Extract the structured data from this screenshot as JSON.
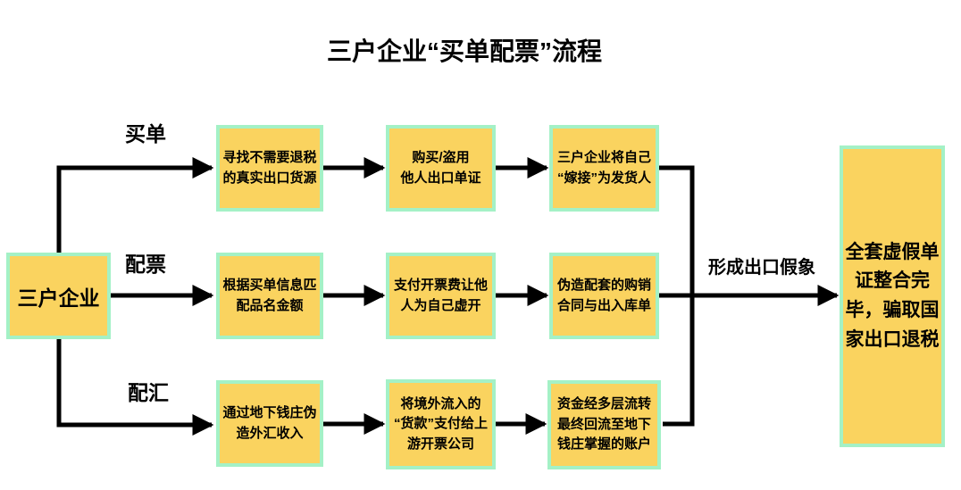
{
  "title": "三户企业“买单配票”流程",
  "colors": {
    "box_fill": "#FAD35F",
    "box_border": "#A4F1C6",
    "line": "#000000"
  },
  "root": {
    "label": "三户企业"
  },
  "branches": [
    {
      "label": "买单",
      "steps": [
        {
          "lines": [
            "寻找不需要退税",
            "的真实出口货源"
          ]
        },
        {
          "lines": [
            "购买/盗用",
            "他人出口单证"
          ]
        },
        {
          "lines": [
            "三户企业将自己",
            "“嫁接”为发货人"
          ]
        }
      ]
    },
    {
      "label": "配票",
      "steps": [
        {
          "lines": [
            "根据买单信息匹",
            "配品名金额"
          ]
        },
        {
          "lines": [
            "支付开票费让他",
            "人为自己虚开"
          ]
        },
        {
          "lines": [
            "伪造配套的购销",
            "合同与出入库单"
          ]
        }
      ]
    },
    {
      "label": "配汇",
      "steps": [
        {
          "lines": [
            "通过地下钱庄伪",
            "造外汇收入"
          ]
        },
        {
          "lines": [
            "将境外流入的",
            "“货款”支付给上",
            "游开票公司"
          ]
        },
        {
          "lines": [
            "资金经多层流转",
            "最终回流至地下",
            "钱庄掌握的账户"
          ]
        }
      ]
    }
  ],
  "converge_label": "形成出口假象",
  "result": {
    "lines": [
      "全套虚假单",
      "证整合完",
      "毕，骗取国",
      "家出口退税"
    ]
  }
}
